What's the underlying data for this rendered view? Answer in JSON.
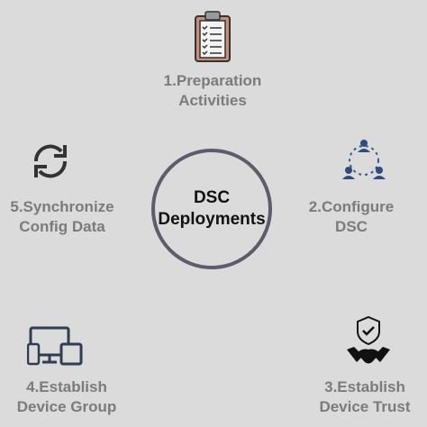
{
  "center": {
    "line1": "DSC",
    "line2": "Deployments"
  },
  "steps": [
    {
      "line1": "1.Preparation",
      "line2": "Activities",
      "icon": "clipboard-checklist-icon"
    },
    {
      "line1": "2.Configure",
      "line2": "DSC",
      "icon": "team-network-icon"
    },
    {
      "line1": "3.Establish",
      "line2": "Device Trust",
      "icon": "handshake-shield-icon"
    },
    {
      "line1": "4.Establish",
      "line2": "Device Group",
      "icon": "devices-icon"
    },
    {
      "line1": "5.Synchronize",
      "line2": "Config Data",
      "icon": "sync-icon"
    }
  ],
  "colors": {
    "background": "#dbdbdb",
    "label": "#7b7b7b",
    "circle": "#5f5b6b",
    "centerText": "#111111"
  }
}
